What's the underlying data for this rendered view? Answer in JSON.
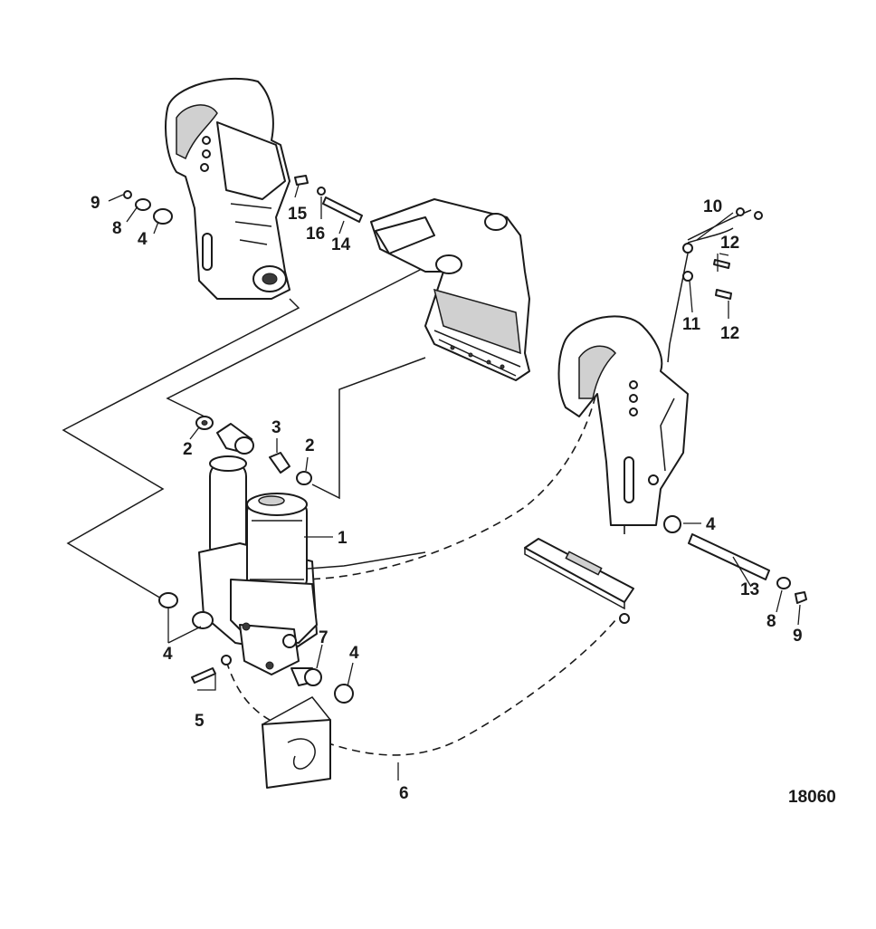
{
  "figure_number": "18060",
  "callouts": [
    {
      "id": "c1",
      "text": "1"
    },
    {
      "id": "c2a",
      "text": "2"
    },
    {
      "id": "c2b",
      "text": "2"
    },
    {
      "id": "c3",
      "text": "3"
    },
    {
      "id": "c4a",
      "text": "4"
    },
    {
      "id": "c4b",
      "text": "4"
    },
    {
      "id": "c4c",
      "text": "4"
    },
    {
      "id": "c4d",
      "text": "4"
    },
    {
      "id": "c5",
      "text": "5"
    },
    {
      "id": "c6",
      "text": "6"
    },
    {
      "id": "c7",
      "text": "7"
    },
    {
      "id": "c8a",
      "text": "8"
    },
    {
      "id": "c8b",
      "text": "8"
    },
    {
      "id": "c9a",
      "text": "9"
    },
    {
      "id": "c9b",
      "text": "9"
    },
    {
      "id": "c10",
      "text": "10"
    },
    {
      "id": "c11",
      "text": "11"
    },
    {
      "id": "c12a",
      "text": "12"
    },
    {
      "id": "c12b",
      "text": "12"
    },
    {
      "id": "c13",
      "text": "13"
    },
    {
      "id": "c14",
      "text": "14"
    },
    {
      "id": "c15",
      "text": "15"
    },
    {
      "id": "c16",
      "text": "16"
    }
  ]
}
